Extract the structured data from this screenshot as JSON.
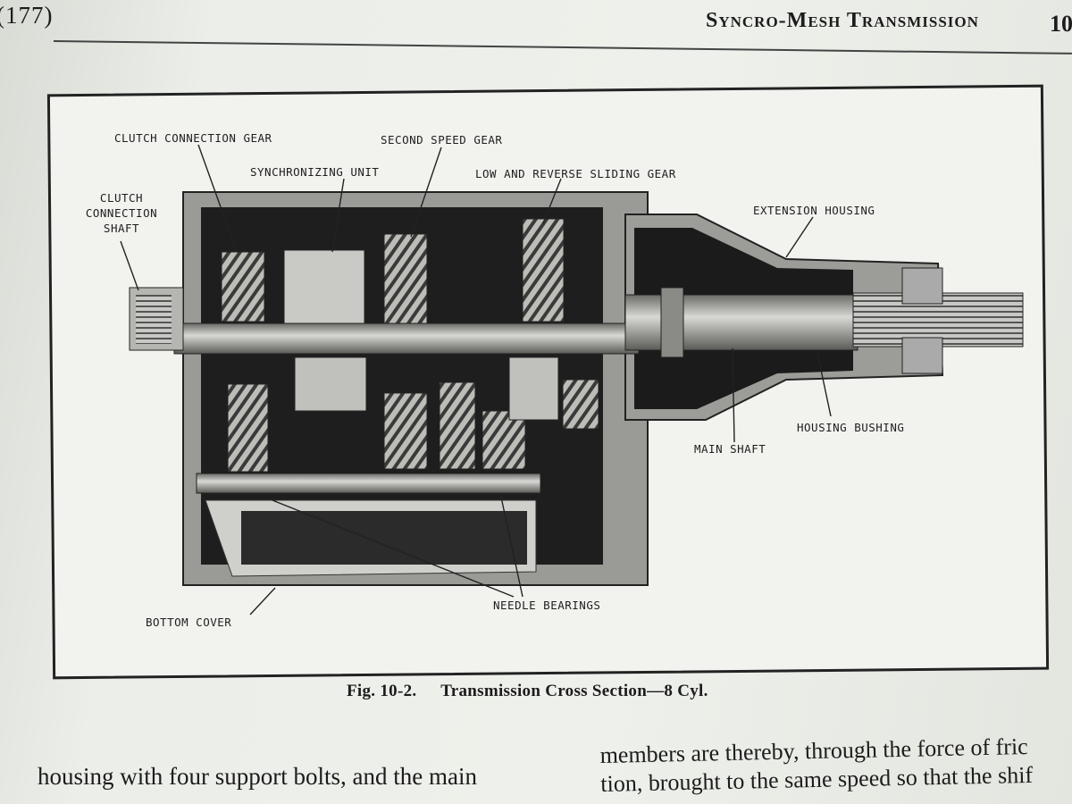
{
  "header": {
    "page_number": "(177)",
    "running_title": "Syncro-Mesh Transmission",
    "chapter_number": "10"
  },
  "figure": {
    "labels": {
      "clutch_connection_gear": "CLUTCH CONNECTION GEAR",
      "second_speed_gear": "SECOND SPEED GEAR",
      "synchronizing_unit": "SYNCHRONIZING UNIT",
      "low_reverse_sliding_gear": "LOW AND REVERSE SLIDING GEAR",
      "clutch_connection_shaft": [
        "CLUTCH",
        "CONNECTION",
        "SHAFT"
      ],
      "extension_housing": "EXTENSION HOUSING",
      "housing_bushing": "HOUSING BUSHING",
      "main_shaft": "MAIN SHAFT",
      "needle_bearings": "NEEDLE BEARINGS",
      "bottom_cover": "BOTTOM COVER"
    },
    "caption": {
      "number": "Fig. 10-2.",
      "title": "Transmission Cross Section—8 Cyl."
    }
  },
  "body_text": {
    "left_line": "housing with four support bolts, and the main",
    "right_lines": [
      "members are thereby, through the force of fric",
      "tion, brought to the same speed so that the shif"
    ]
  }
}
